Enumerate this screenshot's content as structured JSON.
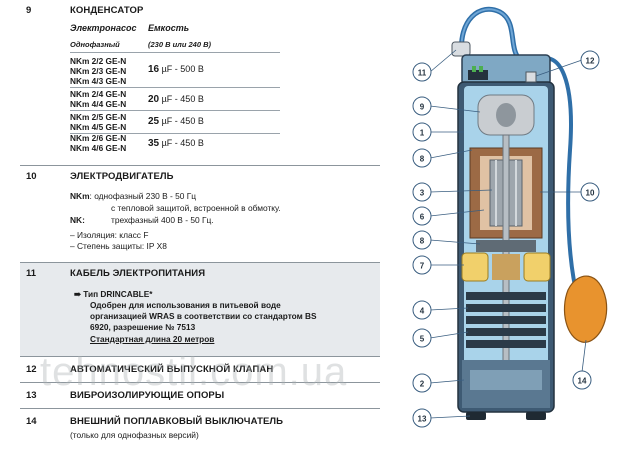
{
  "s9": {
    "num": "9",
    "title": "КОНДЕНСАТОР",
    "col_pump": "Электронасос",
    "col_cap": "Емкость",
    "sub_pump": "Однофазный",
    "sub_cap": "(230 В или 240 В)",
    "groups": [
      {
        "models": [
          "NKm 2/2 GE-N",
          "NKm 2/3 GE-N",
          "NKm 4/3 GE-N"
        ],
        "cap_num": "16",
        "cap_rest": " µF - 500 В"
      },
      {
        "models": [
          "NKm 2/4 GE-N",
          "NKm 4/4 GE-N"
        ],
        "cap_num": "20",
        "cap_rest": " µF - 450 В"
      },
      {
        "models": [
          "NKm 2/5 GE-N",
          "NKm 4/5 GE-N"
        ],
        "cap_num": "25",
        "cap_rest": " µF - 450 В"
      },
      {
        "models": [
          "NKm 2/6 GE-N",
          "NKm 4/6 GE-N"
        ],
        "cap_num": "35",
        "cap_rest": " µF - 450 В"
      }
    ]
  },
  "s10": {
    "num": "10",
    "title": "ЭЛЕКТРОДВИГАТЕЛЬ",
    "nkm_label": "NKm",
    "nkm_text1": ": однофазный 230 В - 50 Гц",
    "nkm_text2": "с тепловой защитой, встроенной в обмотку.",
    "nk_label": "NK:",
    "nk_text": "трехфазный 400 В - 50 Гц.",
    "insulation": "– Изоляция: класс F",
    "protection": "– Степень защиты: IP X8"
  },
  "s11": {
    "num": "11",
    "title": "КАБЕЛЬ ЭЛЕКТРОПИТАНИЯ",
    "line1": "➠ Тип DRINCABLE*",
    "line2": "Одобрен  для использования в питьевой воде",
    "line3": "организацией  WRAS в соответствии со стандартом BS",
    "line4": "6920, разрешение № 7513",
    "line5": "Стандартная длина 20 метров"
  },
  "s12": {
    "num": "12",
    "title": "АВТОМАТИЧЕСКИЙ ВЫПУСКНОЙ КЛАПАН"
  },
  "s13": {
    "num": "13",
    "title": "ВИБРОИЗОЛИРУЮЩИЕ ОПОРЫ"
  },
  "s14": {
    "num": "14",
    "title": "ВНЕШНИЙ ПОПЛАВКОВЫЙ ВЫКЛЮЧАТЕЛЬ",
    "note": "(только для однофазных версий)"
  },
  "watermark": "tehnostil.com.ua",
  "callouts": {
    "c11": "11",
    "c12": "12",
    "c9": "9",
    "c1": "1",
    "c8a": "8",
    "c3": "3",
    "c10": "10",
    "c6": "6",
    "c8b": "8",
    "c7": "7",
    "c4": "4",
    "c5": "5",
    "c2": "2",
    "c13": "13",
    "c14": "14"
  },
  "colors": {
    "pump_body": "#3e5a73",
    "water": "#a9d3ea",
    "cable": "#2f6fa8",
    "float": "#e8932e",
    "callout": "#3a5e80"
  }
}
